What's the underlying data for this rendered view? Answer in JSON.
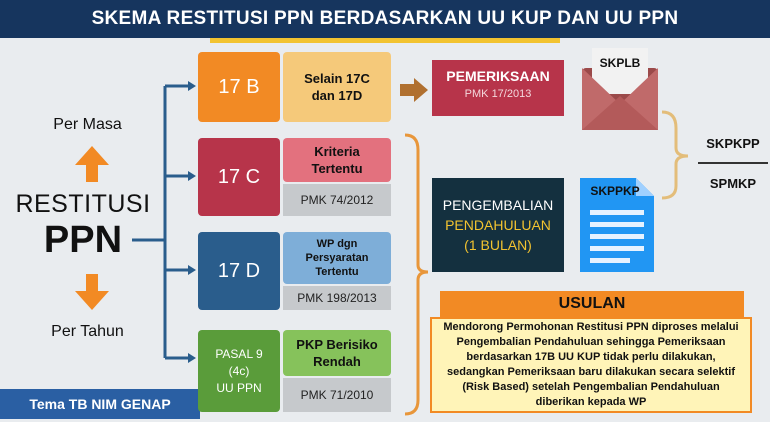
{
  "header": {
    "title": "SKEMA RESTITUSI PPN BERDASARKAN UU KUP DAN UU PPN"
  },
  "left": {
    "per_masa": "Per Masa",
    "restitusi": "RESTITUSI",
    "ppn": "PPN",
    "per_tahun": "Per Tahun",
    "footer_tag": "Tema TB NIM GENAP"
  },
  "rows": [
    {
      "code": "17 B",
      "desc": "Selain 17C\ndan 17D",
      "ref": ""
    },
    {
      "code": "17 C",
      "desc": "Kriteria\nTertentu",
      "ref": "PMK 74/2012"
    },
    {
      "code": "17 D",
      "desc": "WP dgn\nPersyaratan\nTertentu",
      "ref": "PMK 198/2013"
    },
    {
      "code": "PASAL 9\n(4c)\nUU PPN",
      "desc": "PKP Berisiko\nRendah",
      "ref": "PMK 71/2010"
    }
  ],
  "pemeriksaan": {
    "title": "PEMERIKSAAN",
    "ref": "PMK 17/2013"
  },
  "skplb": "SKPLB",
  "pengembalian": {
    "line1": "PENGEMBALIAN",
    "line2": "PENDAHULUAN",
    "line3": "(1 BULAN)"
  },
  "skppkp": "SKPPKP",
  "outputs": [
    "SKPKPP",
    "SPMKP"
  ],
  "usulan": {
    "title": "USULAN",
    "body": "Mendorong Permohonan Restitusi PPN diproses melalui Pengembalian Pendahuluan sehingga Pemeriksaan berdasarkan 17B UU KUP tidak perlu dilakukan, sedangkan Pemeriksaan baru dilakukan secara selektif (Risk Based) setelah Pengembalian Pendahuluan diberikan kepada WP"
  },
  "colors": {
    "navy": "#16355e",
    "gold": "#f2c330",
    "orange": "#f28a24",
    "red": "#b7344a",
    "blue": "#2a5d8c",
    "green": "#5a9c3a",
    "teal": "#14303f"
  }
}
